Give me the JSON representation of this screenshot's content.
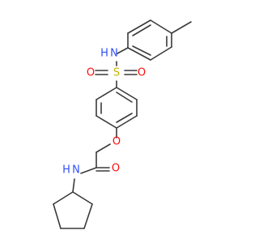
{
  "molecule": {
    "atoms": [
      {
        "id": "h_nh_top",
        "text": "H",
        "color": "#3050F8"
      },
      {
        "id": "n_sulfonamide",
        "text": "N",
        "color": "#3050F8"
      },
      {
        "id": "o_sulfonyl_left",
        "text": "O",
        "color": "#FF0D0D"
      },
      {
        "id": "s_sulfonyl",
        "text": "S",
        "color": "#C8B400"
      },
      {
        "id": "o_sulfonyl_right",
        "text": "O",
        "color": "#FF0D0D"
      },
      {
        "id": "o_ether",
        "text": "O",
        "color": "#FF0D0D"
      },
      {
        "id": "o_carbonyl",
        "text": "O",
        "color": "#FF0D0D"
      },
      {
        "id": "h_nh_amide",
        "text": "H",
        "color": "#3050F8"
      },
      {
        "id": "n_amide",
        "text": "N",
        "color": "#3050F8"
      }
    ],
    "bond_color": "#3a3a3a"
  }
}
